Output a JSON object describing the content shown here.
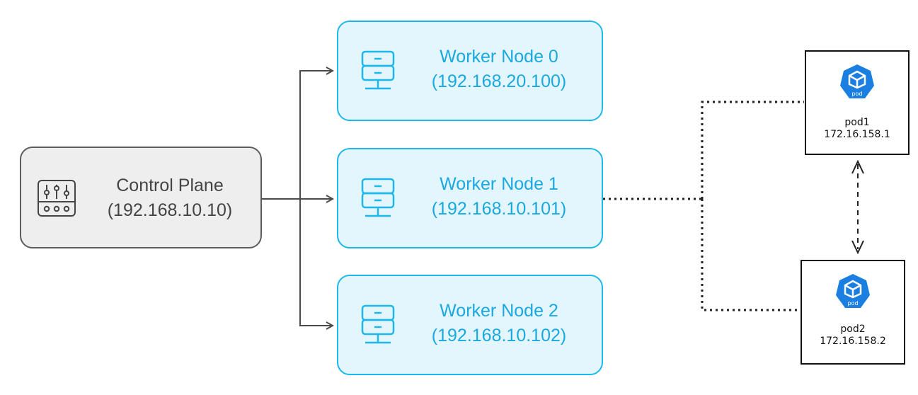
{
  "control_plane": {
    "title": "Control Plane",
    "ip": "(192.168.10.10)",
    "icon": "control-sliders-icon"
  },
  "workers": [
    {
      "title": "Worker Node 0",
      "ip": "(192.168.20.100)",
      "icon": "server-icon"
    },
    {
      "title": "Worker Node 1",
      "ip": "(192.168.10.101)",
      "icon": "server-icon"
    },
    {
      "title": "Worker Node 2",
      "ip": "(192.168.10.102)",
      "icon": "server-icon"
    }
  ],
  "pods": [
    {
      "name": "pod1",
      "ip": "172.16.158.1",
      "icon_text": "pod",
      "icon": "kubernetes-pod-icon"
    },
    {
      "name": "pod2",
      "ip": "172.16.158.2",
      "icon_text": "pod",
      "icon": "kubernetes-pod-icon"
    }
  ],
  "colors": {
    "worker_fill": "#e3f6fd",
    "worker_border": "#1cb8ec",
    "worker_text": "#1aa8e0",
    "control_fill": "#eeeeee",
    "control_border": "#5c5c5c",
    "connector": "#4a4a4a",
    "pod_icon": "#1a7fe0"
  }
}
